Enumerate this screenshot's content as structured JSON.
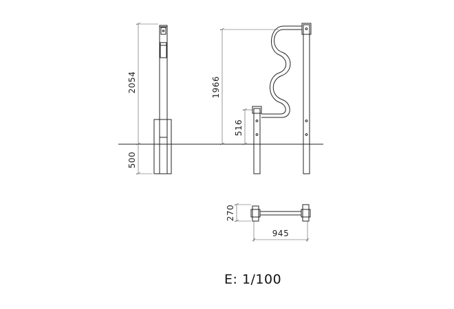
{
  "dimensions": {
    "side_height": "2054",
    "side_depth": "500",
    "front_height": "1966",
    "front_low_height": "516",
    "plan_depth": "270",
    "plan_width": "945"
  },
  "scale_label": "E: 1/100",
  "colors": {
    "line": "#222222",
    "dim": "#555555"
  }
}
